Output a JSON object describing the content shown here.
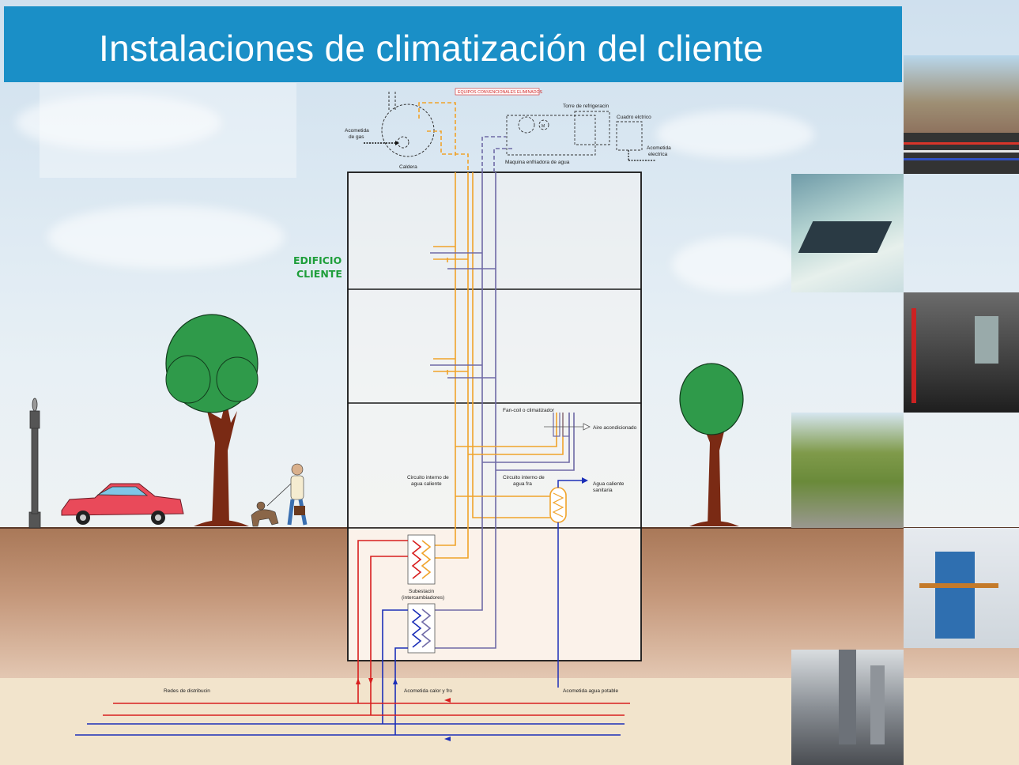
{
  "title": "Instalaciones de climatización del cliente",
  "labels": {
    "equipos": "EQUIPOS CONVENCIONALES ELIMINADOS",
    "torre": "Torre de refrigeracin",
    "cuadro": "Cuadro elctrico",
    "acometida_gas_1": "Acometida",
    "acometida_gas_2": "de gas",
    "caldera": "Caldera",
    "maquina": "Maquina enfriadora de agua",
    "acometida_elec_1": "Acometida",
    "acometida_elec_2": "electrica",
    "edificio_1": "EDIFICIO",
    "edificio_2": "CLIENTE",
    "fancoil": "Fan-coil o climatizador",
    "aire": "Aire acondicionado",
    "circ_caliente_1": "Circuito interno de",
    "circ_caliente_2": "agua caliente",
    "circ_fria_1": "Circuito interno de",
    "circ_fria_2": "agua fra",
    "agua_sanitaria_1": "Agua caliente",
    "agua_sanitaria_2": "sanitaria",
    "subestacion_1": "Subestacin",
    "subestacion_2": "(intercambiadores)",
    "redes": "Redes de distribucin",
    "acometida_calor": "Acometida calor y fro",
    "acometida_agua": "Acometida agua potable"
  },
  "colors": {
    "title_bar": "#1a8fc7",
    "hot_pipe": "#f0a32a",
    "cold_pipe": "#6f6aa6",
    "network_hot": "#d81e1e",
    "network_cold": "#1c2fb8",
    "label_green": "#1e9e3a"
  }
}
